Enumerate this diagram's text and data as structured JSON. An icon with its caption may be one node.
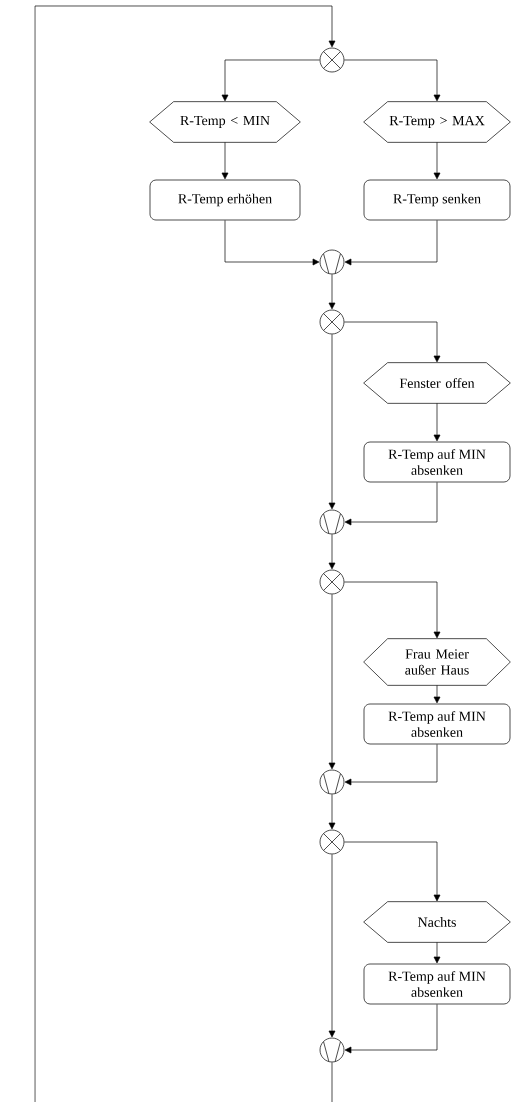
{
  "diagram": {
    "nodes": [
      {
        "text": [],
        "shape": "cross"
      },
      {
        "text": [
          "R-Temp < MIN"
        ]
      },
      {
        "text": [
          "R-Temp > MAX"
        ]
      },
      {
        "text": [
          "R-Temp erhöhen"
        ]
      },
      {
        "text": [
          "R-Temp senken"
        ]
      },
      {
        "text": [],
        "shape": "vee"
      },
      {
        "text": [],
        "shape": "cross"
      },
      {
        "text": [
          "Fenster offen"
        ]
      },
      {
        "text": [
          "R-Temp auf MIN absenken"
        ]
      },
      {
        "text": [],
        "shape": "vee"
      },
      {
        "text": [],
        "shape": "cross"
      },
      {
        "text": [
          "Frau Meier außer Haus"
        ]
      },
      {
        "text": [
          "R-Temp auf MIN absenken"
        ]
      },
      {
        "text": [],
        "shape": "vee"
      },
      {
        "text": [],
        "shape": "cross"
      },
      {
        "text": [
          "Nachts"
        ]
      },
      {
        "text": [
          "R-Temp auf MIN absenken"
        ]
      },
      {
        "text": [],
        "shape": "vee"
      }
    ],
    "edges": [
      {
        "from": 0,
        "to": 1,
        "arrow": "to"
      },
      {
        "from": 0,
        "to": 2,
        "arrow": "to"
      },
      {
        "from": 1,
        "to": 3,
        "arrow": "to"
      },
      {
        "from": 2,
        "to": 4,
        "arrow": "to"
      },
      {
        "from": 3,
        "to": 5,
        "arrow": "to"
      },
      {
        "from": 4,
        "to": 5,
        "arrow": "to"
      },
      {
        "from": 5,
        "to": 6,
        "arrow": "to"
      },
      {
        "from": 6,
        "to": 7,
        "arrow": "to"
      },
      {
        "from": 7,
        "to": 8,
        "arrow": "to"
      },
      {
        "from": 8,
        "to": 9,
        "arrow": "to"
      },
      {
        "from": 6,
        "to": 9,
        "arrow": "to"
      },
      {
        "from": 9,
        "to": 10,
        "arrow": "to"
      },
      {
        "from": 10,
        "to": 11,
        "arrow": "to"
      },
      {
        "from": 11,
        "to": 12,
        "arrow": "to"
      },
      {
        "from": 12,
        "to": 13,
        "arrow": "to"
      },
      {
        "from": 10,
        "to": 13,
        "arrow": "to"
      },
      {
        "from": 13,
        "to": 14,
        "arrow": "to"
      },
      {
        "from": 14,
        "to": 15,
        "arrow": "to"
      },
      {
        "from": 15,
        "to": 16,
        "arrow": "to"
      },
      {
        "from": 16,
        "to": 17,
        "arrow": "to"
      },
      {
        "from": 14,
        "to": 17,
        "arrow": "to"
      },
      {
        "from": 17,
        "to": 0,
        "arrow": "to"
      }
    ]
  }
}
